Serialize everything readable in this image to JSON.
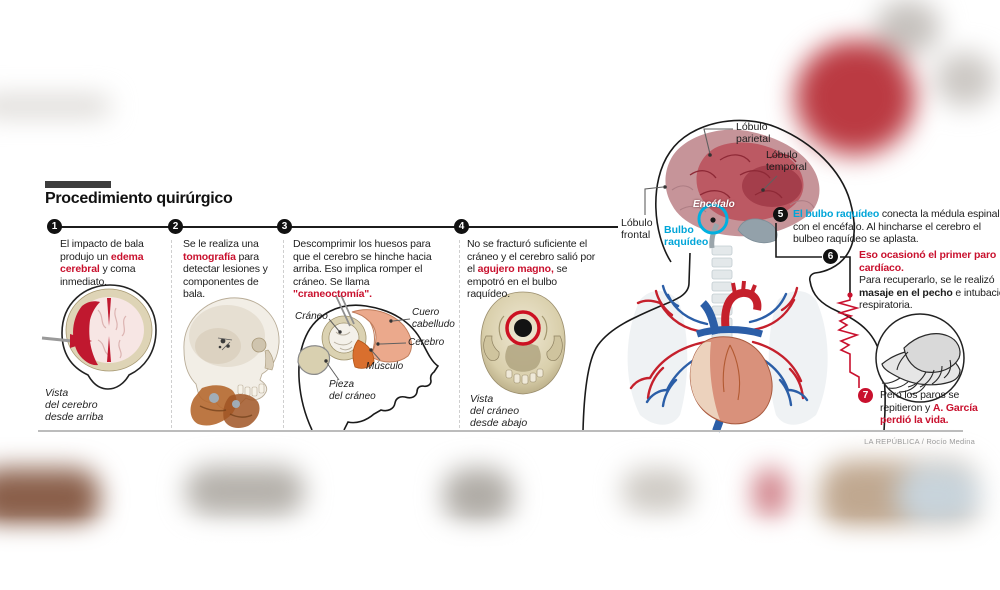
{
  "title": "Procedimiento quirúrgico",
  "credit": "LA REPÚBLICA / Rocío Medina",
  "steps": [
    {
      "num": "1",
      "segments": [
        {
          "t": "El impacto de bala produjo un "
        },
        {
          "t": "edema cerebral"
        },
        {
          "t": " y coma inmediato."
        }
      ]
    },
    {
      "num": "2",
      "segments": [
        {
          "t": "Se le realiza una "
        },
        {
          "t": "tomografía"
        },
        {
          "t": " para detectar lesiones y componentes de bala."
        }
      ]
    },
    {
      "num": "3",
      "segments": [
        {
          "t": "Descomprimir los huesos para que el cerebro se hinche hacia arriba. Eso implica romper el cráneo. Se llama "
        },
        {
          "t": "\"craneoctomía\"."
        }
      ]
    },
    {
      "num": "4",
      "segments": [
        {
          "t": "No se fracturó suficiente el cráneo y el cerebro salió por el "
        },
        {
          "t": "agujero magno,"
        },
        {
          "t": " se empotró en el bulbo raquídeo."
        }
      ]
    },
    {
      "num": "5",
      "segments": [
        {
          "t": "El bulbo raquídeo"
        },
        {
          "t": " conecta la médula espinal con el encéfalo. Al hincharse el cerebro el bulbeo raquídeo se aplasta."
        }
      ]
    },
    {
      "num": "6",
      "segments": [
        {
          "t": "Eso ocasionó el primer paro cardíaco."
        },
        {
          "t": "Para recuperarlo, se le realizó "
        },
        {
          "t": "masaje en el pecho"
        },
        {
          "t": " e intubación respiratoria."
        }
      ]
    },
    {
      "num": "7",
      "segments": [
        {
          "t": "Pero los paros se repitieron y "
        },
        {
          "t": "A. García perdió la vida."
        }
      ]
    }
  ],
  "captions": {
    "step1": "Vista\ndel cerebro\ndesde arriba",
    "step4": "Vista\ndel cráneo\ndesde abajo"
  },
  "diagram_labels": {
    "craneo": "Cráneo",
    "cuero_cabelludo": "Cuero\ncabelludo",
    "cerebro": "Cerebro",
    "musculo": "Músculo",
    "pieza_craneo": "Pieza\ndel cráneo"
  },
  "anatomy": {
    "lobulo_parietal": "Lóbulo\nparietal",
    "lobulo_temporal": "Lóbulo\ntemporal",
    "lobulo_frontal": "Lóbulo\nfrontal",
    "encefalo": "Encéfalo",
    "bulbo_raquideo": "Bulbo\nraquídeo"
  },
  "colors": {
    "accent_red": "#c9112e",
    "accent_cyan": "#00a5d8",
    "marker_black": "#111111",
    "ground_gray": "#bcbcbc"
  }
}
